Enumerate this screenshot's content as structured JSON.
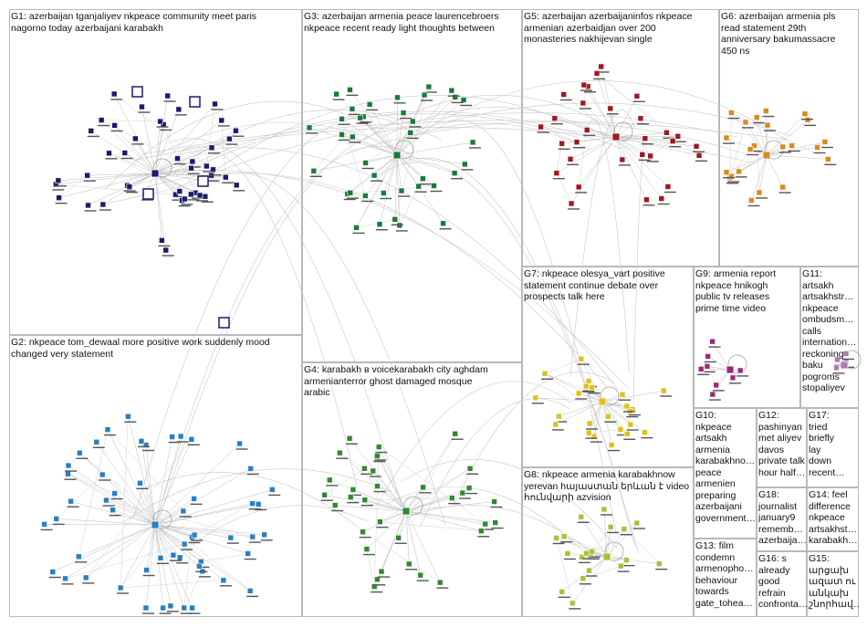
{
  "groups": [
    {
      "id": "G1",
      "label": "G1: azerbaijan tganjaliyev nkpeace community meet paris\nnagorno today azerbaijani karabakh",
      "color": "#1a1a6e",
      "nodes": 44
    },
    {
      "id": "G2",
      "label": "G2: nkpeace tom_dewaal more positive work suddenly mood\nchanged very statement",
      "color": "#2a7fc1",
      "nodes": 52
    },
    {
      "id": "G3",
      "label": "G3: azerbaijan armenia peace laurencebroers\nnkpeace recent ready light thoughts between",
      "color": "#1a7a3a",
      "nodes": 38
    },
    {
      "id": "G4",
      "label": "G4: karabakh в voicekarabakh city aghdam\narmenianterror ghost damaged mosque\narabic",
      "color": "#2e8b2e",
      "nodes": 34
    },
    {
      "id": "G5",
      "label": "G5: azerbaijan azerbaijaninfos nkpeace\narmenian azerbaidjan over 200\nmonasteries nakhijevan single",
      "color": "#a31621",
      "nodes": 30
    },
    {
      "id": "G6",
      "label": "G6: azerbaijan armenia pls\nread statement 29th\nanniversary bakumassacre\n450 ns",
      "color": "#d98b1a",
      "nodes": 22
    },
    {
      "id": "G7",
      "label": "G7: nkpeace olesya_vart positive\nstatement continue debate over\nprospects talk here",
      "color": "#e0c11a",
      "nodes": 24
    },
    {
      "id": "G8",
      "label": "G8: nkpeace armenia karabakhnow\nyerevan hայաստան երևան է video\nհունվարի azvision",
      "color": "#a8c23a",
      "nodes": 20
    },
    {
      "id": "G9",
      "label": "G9: armenia report\nnkpeace hnikogh\npublic tv releases\nprime time video",
      "color": "#9c2a7a",
      "nodes": 8
    },
    {
      "id": "G10",
      "label": "G10:\nnkpeace\nartsakh\narmenia\nkarabakhno…\npeace\narmenien\npreparing\nazerbaijani\ngovernment…",
      "color": "#888888",
      "nodes": 0
    },
    {
      "id": "G11",
      "label": "G11:\nartsakh\nartsakhstr…\nnkpeace\nombudsm…\ncalls\ninternation…\nreckoning\nbaku\npogroms\nstopaliyev",
      "color": "#b07ab0",
      "nodes": 4
    },
    {
      "id": "G12",
      "label": "G12:\npashinyan\nmet aliyev\ndavos\nprivate talk\nhour half…",
      "color": "#888888",
      "nodes": 0
    },
    {
      "id": "G13",
      "label": "G13: film\ncondemn\narmenopho…\nbehaviour\ntowards\ngate_tohea…",
      "color": "#888888",
      "nodes": 0
    },
    {
      "id": "G14",
      "label": "G14: feel\ndifference\nnkpeace\nartsakhst…\nkarabakh…",
      "color": "#888888",
      "nodes": 0
    },
    {
      "id": "G15",
      "label": "G15:\nարցախ\nազատ ու\nանկախ\nշնորհավ…",
      "color": "#888888",
      "nodes": 0
    },
    {
      "id": "G16",
      "label": "G16: s\nalready\ngood\nrefrain\nconfronta…",
      "color": "#888888",
      "nodes": 0
    },
    {
      "id": "G17",
      "label": "G17:\ntried\nbriefly\nlay\ndown\nrecent…",
      "color": "#888888",
      "nodes": 0
    },
    {
      "id": "G18",
      "label": "G18:\njournalist\njanuary9\nrememb…\nazerbaija…",
      "color": "#888888",
      "nodes": 0
    }
  ]
}
